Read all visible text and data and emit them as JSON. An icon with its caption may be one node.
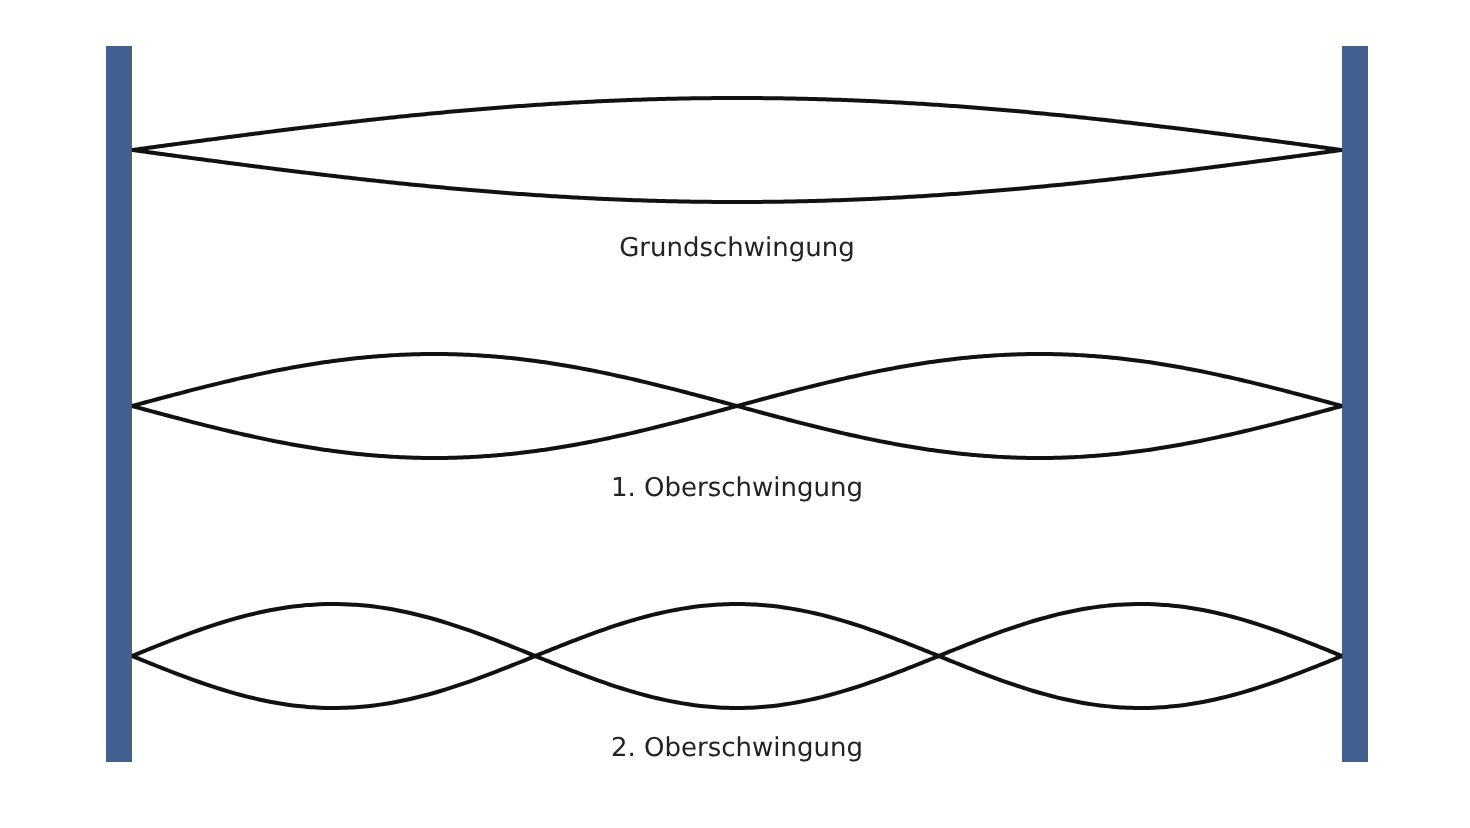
{
  "diagram": {
    "labels": [
      "Grundschwingung",
      "1. Oberschwingung",
      "2. Oberschwingung"
    ]
  }
}
